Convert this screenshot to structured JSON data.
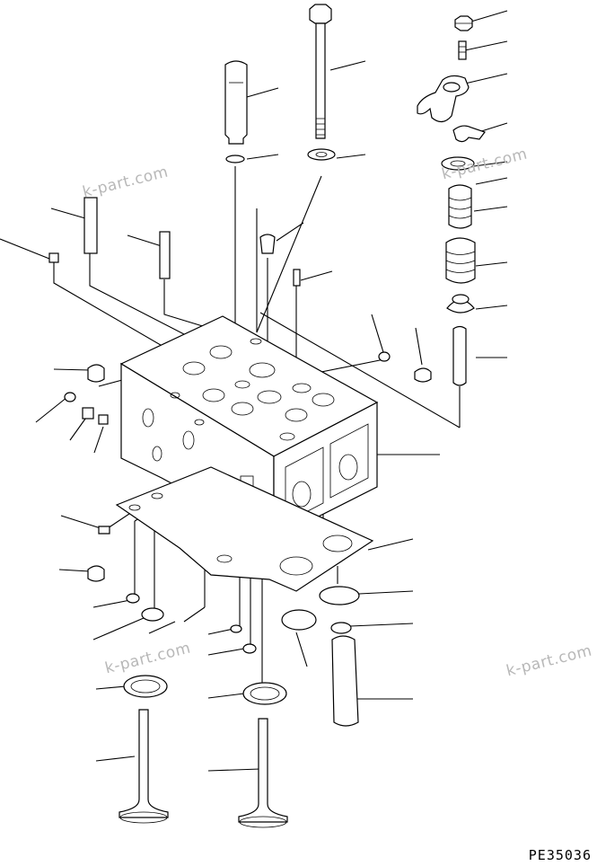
{
  "drawing_code": "PE35036",
  "watermarks": [
    "k-part.com",
    "k-part.com",
    "k-part.com",
    "k-part.com"
  ]
}
